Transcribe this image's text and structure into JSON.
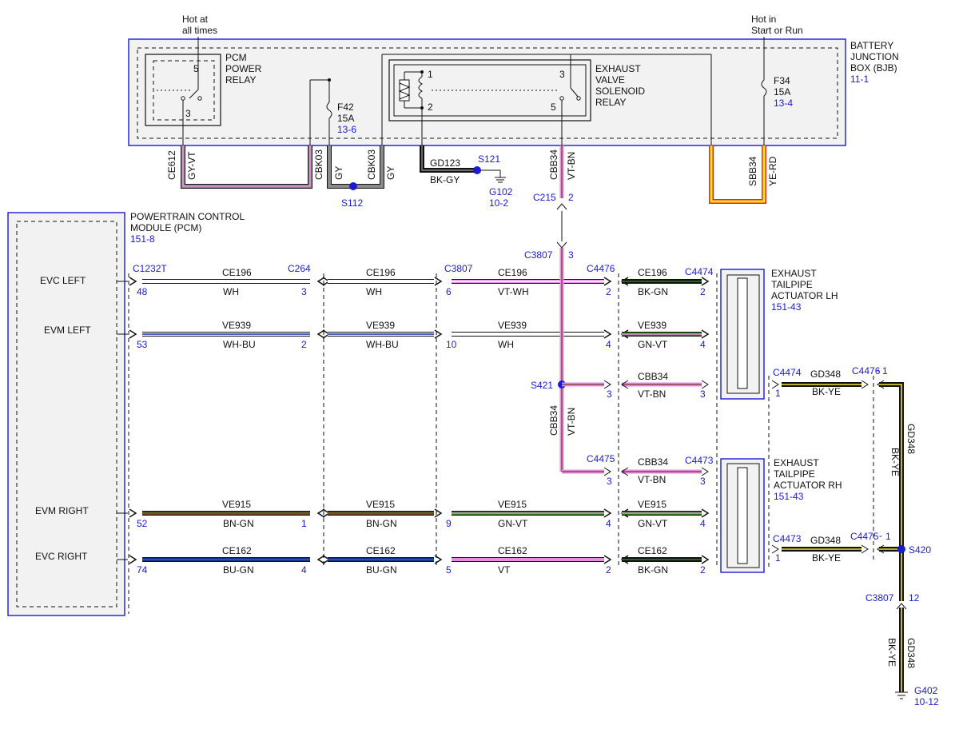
{
  "colors": {
    "ref_blue": "#1a1ad4",
    "WH": "#ffffff",
    "BK": "#111111",
    "GN": "#2e7d1a",
    "VT": "#e58ee5",
    "BN": "#7a3b24",
    "BU": "#1426a8",
    "GY": "#8a8a8a",
    "YE": "#f5e02a",
    "RD": "#e62a1a"
  },
  "top": {
    "hot_at_all_times": [
      "Hot at",
      "all times"
    ],
    "hot_in_start_run": [
      "Hot in",
      "Start or Run"
    ],
    "bjb": {
      "lines": [
        "BATTERY",
        "JUNCTION",
        "BOX (BJB)"
      ],
      "ref": "11-1"
    },
    "pcm_relay": {
      "lines": [
        "PCM",
        "POWER",
        "RELAY"
      ],
      "pin5": "5",
      "pin3": "3"
    },
    "f42": {
      "lines": [
        "F42",
        "15A"
      ],
      "ref": "13-6"
    },
    "f34": {
      "lines": [
        "F34",
        "15A"
      ],
      "ref": "13-4"
    },
    "evs_relay": {
      "lines": [
        "EXHAUST",
        "VALVE",
        "SOLENOID",
        "RELAY"
      ],
      "pin1": "1",
      "pin2": "2",
      "pin3": "3",
      "pin5": "5"
    },
    "wires": {
      "ce612": "CE612",
      "gy_vt": "GY-VT",
      "cbk03_a": "CBK03",
      "gy_a": "GY",
      "cbk03_b": "CBK03",
      "gy_b": "GY",
      "gd123": "GD123",
      "bk_gy": "BK-GY",
      "cbb34": "CBB34",
      "vt_bn": "VT-BN",
      "sbb34": "SBB34",
      "ye_rd": "YE-RD"
    },
    "s112": "S112",
    "s121": "S121",
    "g102": {
      "name": "G102",
      "ref": "10-2"
    },
    "c215": {
      "name": "C215",
      "pin": "2"
    },
    "c3807_top": {
      "name": "C3807",
      "pin": "3"
    }
  },
  "pcm": {
    "lines": [
      "POWERTRAIN CONTROL",
      "MODULE (PCM)"
    ],
    "ref": "151-8",
    "pins": [
      "EVC LEFT",
      "EVM LEFT",
      "EVM RIGHT",
      "EVC RIGHT"
    ],
    "connector": "C1232T"
  },
  "connectors": {
    "c264": "C264",
    "c3807": "C3807",
    "c4476": "C4476",
    "c4474": "C4474",
    "c4475": "C4475",
    "c4473": "C4473"
  },
  "rows": [
    {
      "pcm_pin": "48",
      "seg1": {
        "circuit": "CE196",
        "color": "WH",
        "end_pin": "3"
      },
      "seg2": {
        "circuit": "CE196",
        "color": "WH",
        "start_pin": "6"
      },
      "seg3": {
        "circuit": "CE196",
        "color": "VT-WH",
        "end_pin": "2"
      },
      "seg4": {
        "circuit": "CE196",
        "color": "BK-GN",
        "end_pin": "2"
      }
    },
    {
      "pcm_pin": "53",
      "seg1": {
        "circuit": "VE939",
        "color": "WH-BU",
        "end_pin": "2"
      },
      "seg2": {
        "circuit": "VE939",
        "color": "WH-BU",
        "start_pin": "10"
      },
      "seg3": {
        "circuit": "VE939",
        "color": "WH",
        "end_pin": "4"
      },
      "seg4": {
        "circuit": "VE939",
        "color": "GN-VT",
        "end_pin": "4"
      }
    },
    {
      "pcm_pin": "52",
      "seg1": {
        "circuit": "VE915",
        "color": "BN-GN",
        "end_pin": "1"
      },
      "seg2": {
        "circuit": "VE915",
        "color": "BN-GN",
        "start_pin": "9"
      },
      "seg3": {
        "circuit": "VE915",
        "color": "GN-VT",
        "end_pin": "4"
      },
      "seg4": {
        "circuit": "VE915",
        "color": "GN-VT",
        "end_pin": "4"
      }
    },
    {
      "pcm_pin": "74",
      "seg1": {
        "circuit": "CE162",
        "color": "BU-GN",
        "end_pin": "4"
      },
      "seg2": {
        "circuit": "CE162",
        "color": "BU-GN",
        "start_pin": "5"
      },
      "seg3": {
        "circuit": "CE162",
        "color": "VT",
        "end_pin": "2"
      },
      "seg4": {
        "circuit": "CE162",
        "color": "BK-GN",
        "end_pin": "2"
      }
    }
  ],
  "cbb34_splice": {
    "s421": "S421",
    "cbb34": "CBB34",
    "vt_bn": "VT-BN",
    "lh": {
      "circuit": "CBB34",
      "color": "VT-BN",
      "pin_a": "3",
      "pin_b": "3"
    },
    "rh": {
      "circuit": "CBB34",
      "color": "VT-BN",
      "pin_a": "3",
      "pin_b": "3"
    }
  },
  "actuator_lh": {
    "lines": [
      "EXHAUST",
      "TAILPIPE",
      "ACTUATOR LH"
    ],
    "ref": "151-43"
  },
  "actuator_rh": {
    "lines": [
      "EXHAUST",
      "TAILPIPE",
      "ACTUATOR RH"
    ],
    "ref": "151-43"
  },
  "ground": {
    "lh": {
      "conn": "C4474",
      "pin": "1",
      "circuit": "GD348",
      "color": "BK-YE",
      "c2": "C4476",
      "c2pin": "1"
    },
    "rh": {
      "conn": "C4473",
      "pin": "1",
      "circuit": "GD348",
      "color": "BK-YE",
      "c2": "C4475",
      "c2pin": "1"
    },
    "vertical": {
      "color": "BK-YE",
      "circuit": "GD348"
    },
    "s420": "S420",
    "c3807": {
      "name": "C3807",
      "pin": "12"
    },
    "lower": {
      "color": "BK-YE",
      "circuit": "GD348"
    },
    "g402": {
      "name": "G402",
      "ref": "10-12"
    }
  }
}
